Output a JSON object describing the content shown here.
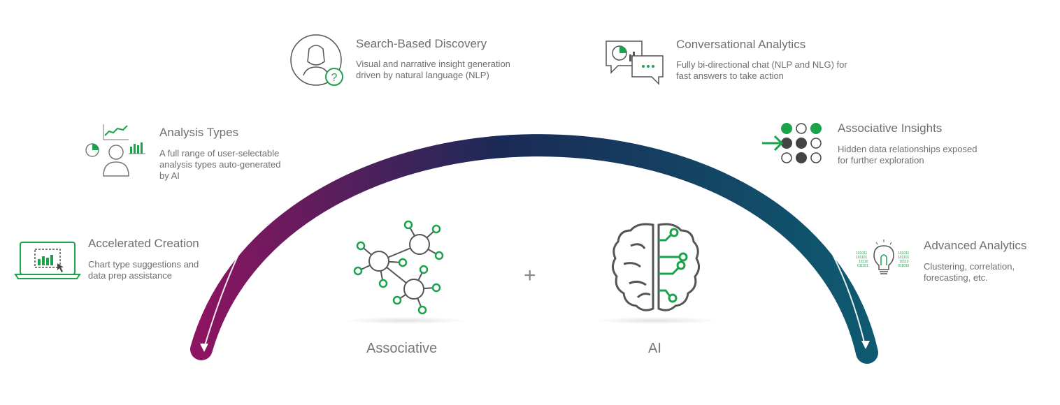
{
  "arc": {
    "title": "Insight Advisor",
    "gradient_start": "#8c1461",
    "gradient_mid": "#1a2a56",
    "gradient_end": "#0e5a70"
  },
  "accent": "#1aa34a",
  "features": {
    "accelerated_creation": {
      "title": "Accelerated Creation",
      "desc_lines": [
        "Chart type suggestions and",
        "data prep assistance"
      ],
      "icon": "laptop-chart-icon"
    },
    "analysis_types": {
      "title": "Analysis Types",
      "desc_lines": [
        "A full range of user-selectable",
        "analysis types auto-generated",
        "by AI"
      ],
      "icon": "person-charts-icon"
    },
    "search_discovery": {
      "title": "Search-Based Discovery",
      "desc_lines": [
        "Visual and narrative insight generation",
        "driven by natural language (NLP)"
      ],
      "icon": "person-question-icon"
    },
    "conversational": {
      "title": "Conversational Analytics",
      "desc_lines": [
        "Fully bi-directional chat (NLP and NLG) for",
        "fast answers to take action"
      ],
      "icon": "chat-bubbles-icon"
    },
    "associative_insights": {
      "title": "Associative Insights",
      "desc_lines": [
        "Hidden data relationships exposed",
        "for further exploration"
      ],
      "icon": "dots-arrow-icon"
    },
    "advanced_analytics": {
      "title": "Advanced Analytics",
      "desc_lines": [
        "Clustering, correlation,",
        "forecasting, etc."
      ],
      "icon": "lightbulb-binary-icon"
    }
  },
  "center": {
    "associative_label": "Associative",
    "ai_label": "AI",
    "plus": "+"
  }
}
